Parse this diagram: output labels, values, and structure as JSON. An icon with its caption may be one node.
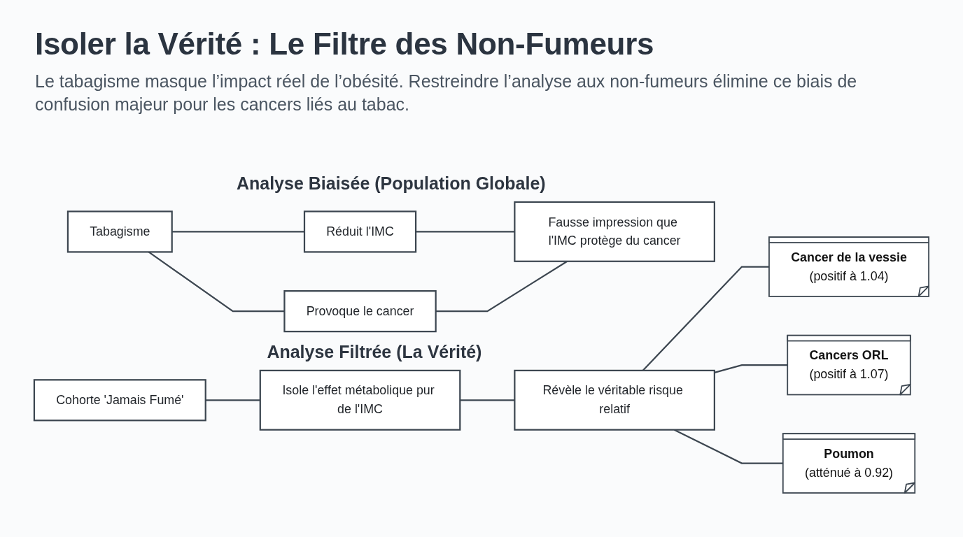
{
  "diagram": {
    "title": "Isoler la Vérité : Le Filtre des Non-Fumeurs",
    "nodes": [
      {
        "text": [
          "Tabagisme"
        ]
      },
      {
        "text": [
          "Réduit l'IMC"
        ]
      },
      {
        "text": [
          "Provoque le cancer"
        ]
      },
      {
        "text": [
          "Fausse impression que l'IMC protège du cancer"
        ]
      },
      {
        "text": [
          "Cohorte 'Jamais Fumé'"
        ]
      },
      {
        "text": [
          "Isole l'effet métabolique pur de l'IMC"
        ]
      },
      {
        "text": [
          "Révèle le véritable risque relatif"
        ]
      },
      {
        "text": [
          "Cancer de la vessie",
          "(positif à 1.04)"
        ]
      },
      {
        "text": [
          "Cancers ORL",
          "(positif à 1.07)"
        ]
      },
      {
        "text": [
          "Poumon",
          "(atténué à 0.92)"
        ]
      }
    ],
    "edges": [
      {
        "from": 0,
        "to": 1,
        "arrow": "none"
      },
      {
        "from": 0,
        "to": 2,
        "arrow": "none"
      },
      {
        "from": 1,
        "to": 3,
        "arrow": "none"
      },
      {
        "from": 2,
        "to": 3,
        "arrow": "none"
      },
      {
        "from": 4,
        "to": 5,
        "arrow": "none"
      },
      {
        "from": 5,
        "to": 6,
        "arrow": "none"
      },
      {
        "from": 6,
        "to": 7,
        "arrow": "none"
      },
      {
        "from": 6,
        "to": 8,
        "arrow": "none"
      },
      {
        "from": 6,
        "to": 9,
        "arrow": "none"
      }
    ],
    "labels": [
      "Le tabagisme masque l’impact réel de l’obésité. Restreindre l’analyse aux non-fumeurs élimine ce biais de confusion majeur pour les cancers liés au tabac.",
      "Analyse Biaisée (Population Globale)",
      "Analyse Filtrée (La Vérité)"
    ]
  }
}
